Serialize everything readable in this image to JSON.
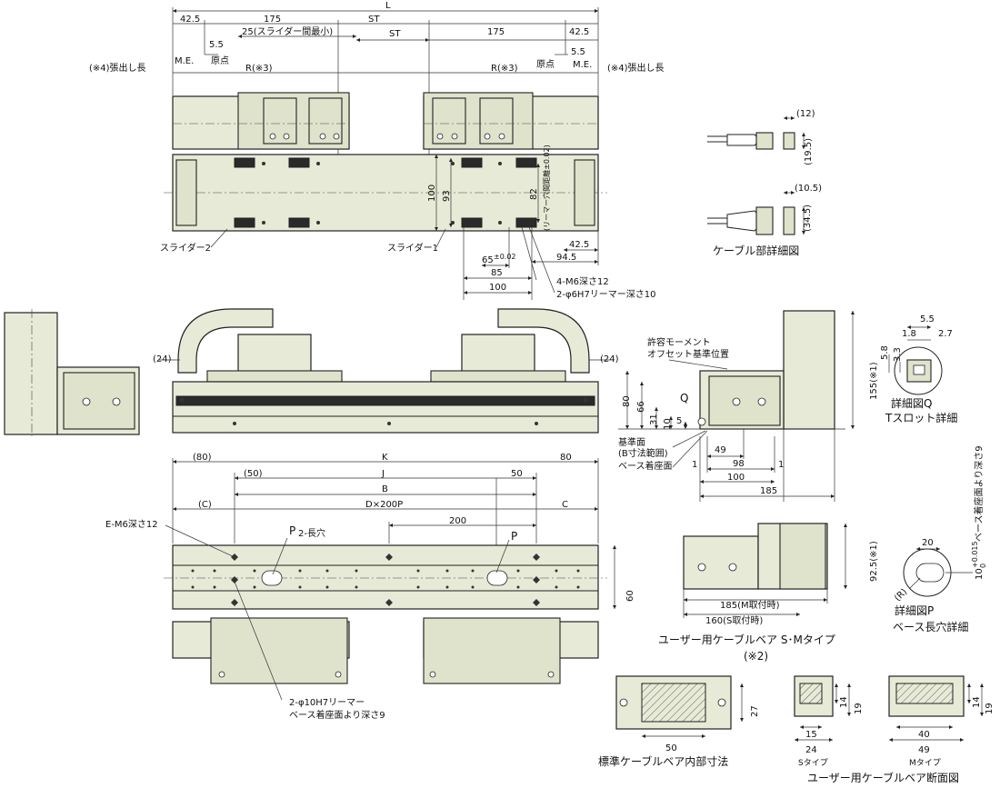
{
  "labels": {
    "L": "L",
    "d42_5_left": "42.5",
    "d175_left": "175",
    "st_top": "ST",
    "d175_right": "175",
    "d42_5_right": "42.5",
    "slider_min": "25(スライダー間最小)",
    "st_mid": "ST",
    "d5_5_left": "5.5",
    "d5_5_right": "5.5",
    "me_left": "M.E.",
    "me_right": "M.E.",
    "origin_left": "原点",
    "origin_right": "原点",
    "overhang_left": "(※4)張出し長",
    "overhang_right": "(※4)張出し長",
    "r3_left": "R(※3)",
    "r3_right": "R(※3)",
    "d100_v": "100",
    "d93_v": "93",
    "d82_v": "82",
    "reamer_note": "(リーマー穴間距離±0.02)",
    "d42_5_b": "42.5",
    "d94_5": "94.5",
    "d65": "65",
    "tol65": "±0.02",
    "d85": "85",
    "d100_h": "100",
    "slider2": "スライダー2",
    "slider1": "スライダー1",
    "m6": "4-M6深さ12",
    "phi6": "2-φ6H7リーマー深さ10",
    "cable_12": "(12)",
    "cable_19_5": "(19.5)",
    "cable_10_5": "(10.5)",
    "cable_34_5": "(34.5)",
    "cable_title": "ケーブル部詳細図",
    "d24_left": "(24)",
    "d24_right": "(24)",
    "moment": "許容モーメント",
    "offset": "オフセット基準位置",
    "q_label": "Q",
    "d80_v": "80",
    "d66_v": "66",
    "d31_v": "31",
    "d10_v": "10",
    "d5_v": "5",
    "d49": "49",
    "d98": "98",
    "d100_side": "100",
    "d185": "185",
    "d1_left": "1",
    "d1_right": "1",
    "ref_face": "基準面",
    "b_range": "(B寸法範囲)",
    "base_seat": "ベース着座面",
    "d155": "155(※1)",
    "q5_5": "5.5",
    "q1_8": "1.8",
    "q2_7": "2.7",
    "q5_8": "5.8",
    "q3_3": "3.3",
    "detail_q": "詳細図Q",
    "tslot": "Tスロット詳細",
    "d80_l": "(80)",
    "k_label": "K",
    "d80_r": "80",
    "d50_l": "(50)",
    "j_label": "J",
    "d50_r": "50",
    "b_label": "B",
    "c_left": "(C)",
    "d200p": "D×200P",
    "c_right": "C",
    "d200": "200",
    "em6": "E-M6深さ12",
    "p2": "P",
    "p2_suffix": "2-長穴",
    "p_label": "P",
    "d60": "60",
    "phi10_1": "2-φ10H7リーマー",
    "phi10_2": "ベース着座面より深さ9",
    "base_slot_depth": "10",
    "base_slot_tol": "+0.015",
    "base_slot_tol2": "0",
    "base_slot_text": "ベース着座面より深さ9",
    "p_20": "20",
    "p_r": "(R)",
    "detail_p": "詳細図P",
    "slot_detail": "ベース長穴詳細",
    "d92_5": "92.5(※1)",
    "d185m": "185(M取付時)",
    "d160s": "160(S取付時)",
    "user_cable": "ユーザー用ケーブルベア S･Mタイプ",
    "note2": "(※2)",
    "std_27": "27",
    "std_50": "50",
    "std_title": "標準ケーブルベア内部寸法",
    "s_14": "14",
    "s_19": "19",
    "s_15": "15",
    "s_24": "24",
    "s_type": "Sタイプ",
    "m_14": "14",
    "m_19": "19",
    "m_40": "40",
    "m_49": "49",
    "m_type": "Mタイプ",
    "section_title": "ユーザー用ケーブルベア断面図"
  }
}
